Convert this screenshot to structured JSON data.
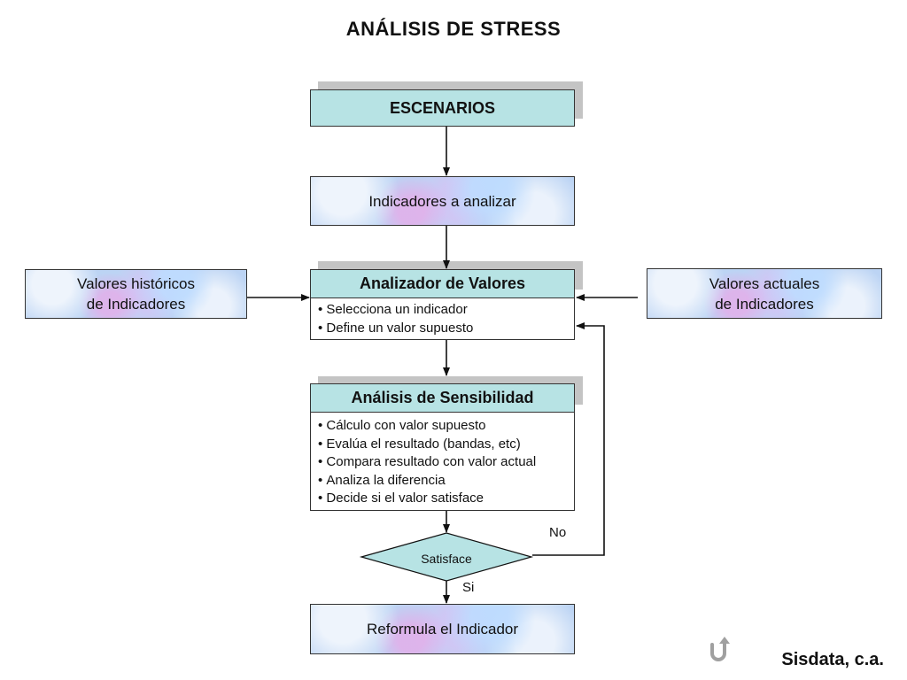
{
  "title": "ANÁLISIS DE STRESS",
  "nodes": {
    "escenarios": "ESCENARIOS",
    "indicadores": "Indicadores a analizar",
    "historicos": [
      "Valores históricos",
      "de Indicadores"
    ],
    "actuales": [
      "Valores actuales",
      "de Indicadores"
    ],
    "analizador": {
      "title": "Analizador de Valores",
      "items": [
        "Selecciona un indicador",
        "Define un valor supuesto"
      ]
    },
    "sensibilidad": {
      "title": "Análisis de Sensibilidad",
      "items": [
        "Cálculo con valor supuesto",
        "Evalúa el resultado (bandas, etc)",
        "Compara resultado con valor actual",
        "Analiza la diferencia",
        "Decide si el valor satisface"
      ]
    },
    "decision": "Satisface",
    "reformula": "Reformula el Indicador"
  },
  "edge_labels": {
    "no": "No",
    "si": "Si"
  },
  "footer": {
    "brand": "Sisdata, c.a."
  },
  "icons": {
    "return": "return-arrow-icon"
  },
  "colors": {
    "header_fill": "#b7e3e4",
    "box_fill": "#bcd4f4",
    "decision_fill": "#b7e3e4"
  }
}
